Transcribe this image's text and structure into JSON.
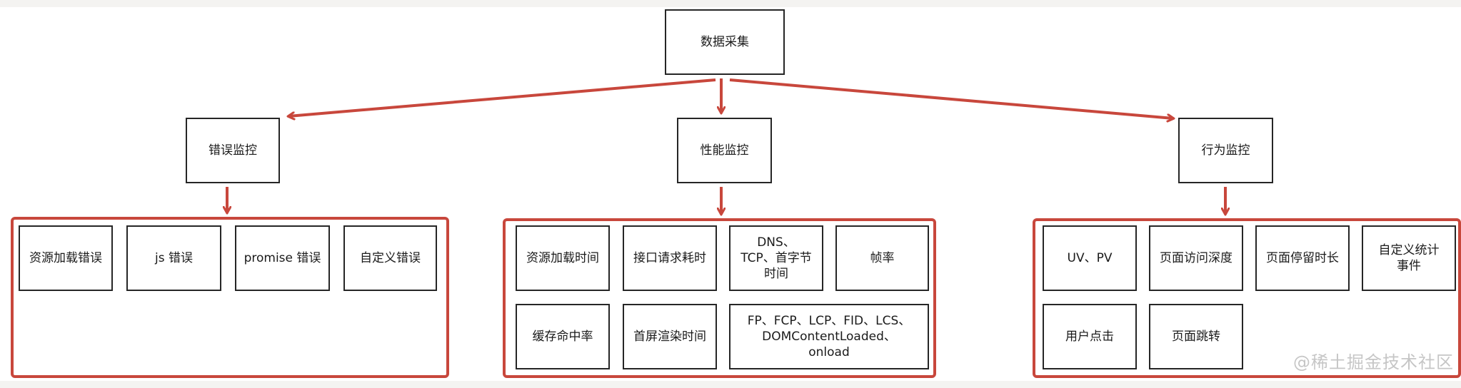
{
  "root": "数据采集",
  "categories": {
    "error": "错误监控",
    "performance": "性能监控",
    "behavior": "行为监控"
  },
  "error_items": [
    "资源加载错误",
    "js 错误",
    "promise 错误",
    "自定义错误"
  ],
  "performance_items": [
    "资源加载时间",
    "接口请求耗时",
    "DNS、TCP、首字节时间",
    "帧率",
    "缓存命中率",
    "首屏渲染时间",
    "FP、FCP、LCP、FID、LCS、DOMContentLoaded、onload"
  ],
  "behavior_items": [
    "UV、PV",
    "页面访问深度",
    "页面停留时长",
    "自定义统计事件",
    "用户点击",
    "页面跳转"
  ],
  "watermark": "@稀土掘金技术社区",
  "colors": {
    "arrow": "#c8473c",
    "box_border": "#262626",
    "group_border": "#c8473c"
  }
}
